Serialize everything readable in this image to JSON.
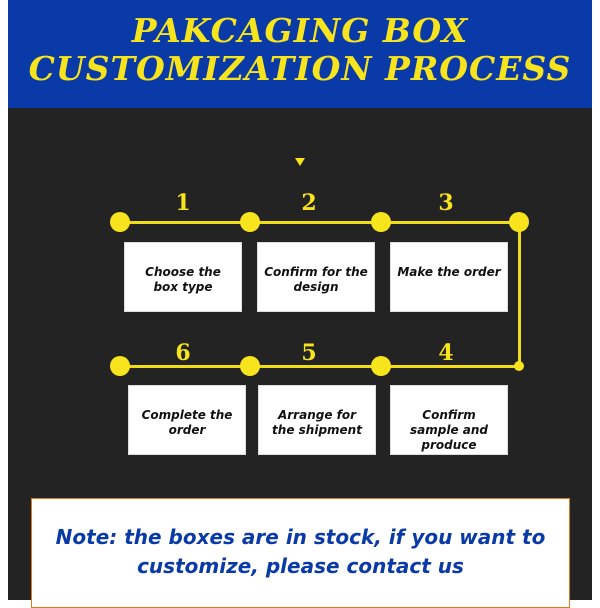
{
  "header": {
    "title_line1": "PAKCAGING BOX",
    "title_line2": "CUSTOMIZATION PROCESS"
  },
  "steps": [
    {
      "number": "1",
      "label": "Choose the box type"
    },
    {
      "number": "2",
      "label": "Confirm for the design"
    },
    {
      "number": "3",
      "label": "Make the order"
    },
    {
      "number": "4",
      "label": "Confirm sample and produce"
    },
    {
      "number": "5",
      "label": "Arrange for the shipment"
    },
    {
      "number": "6",
      "label": "Complete the order"
    }
  ],
  "note": {
    "text": "Note: the boxes are in stock, if you want to customize, please contact us"
  },
  "colors": {
    "blue": "#0a3aa8",
    "yellow": "#f7e41c",
    "dark": "#232323",
    "orange": "#e07a1c"
  }
}
